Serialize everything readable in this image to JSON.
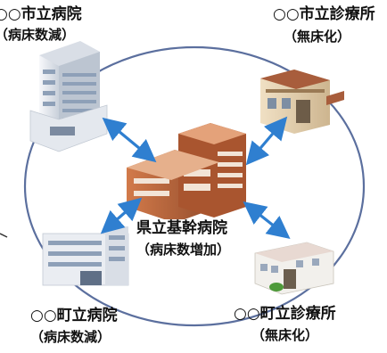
{
  "facilities": {
    "city_hospital": {
      "name": "○○市立病院",
      "note": "（病床数減）"
    },
    "city_clinic": {
      "name": "○○市立診療所",
      "note": "（無床化）"
    },
    "town_hospital": {
      "name": "○○町立病院",
      "note": "（病床数減）"
    },
    "town_clinic": {
      "name": "○○町立診療所",
      "note": "（無床化）"
    },
    "core_hospital": {
      "name": "県立基幹病院",
      "note": "（病床数増加）"
    }
  },
  "colors": {
    "network_circle": "#5b6f9e",
    "arrow": "#2f7fd0",
    "core_brick": "#b9633a",
    "white_building": "#eef1f5"
  }
}
